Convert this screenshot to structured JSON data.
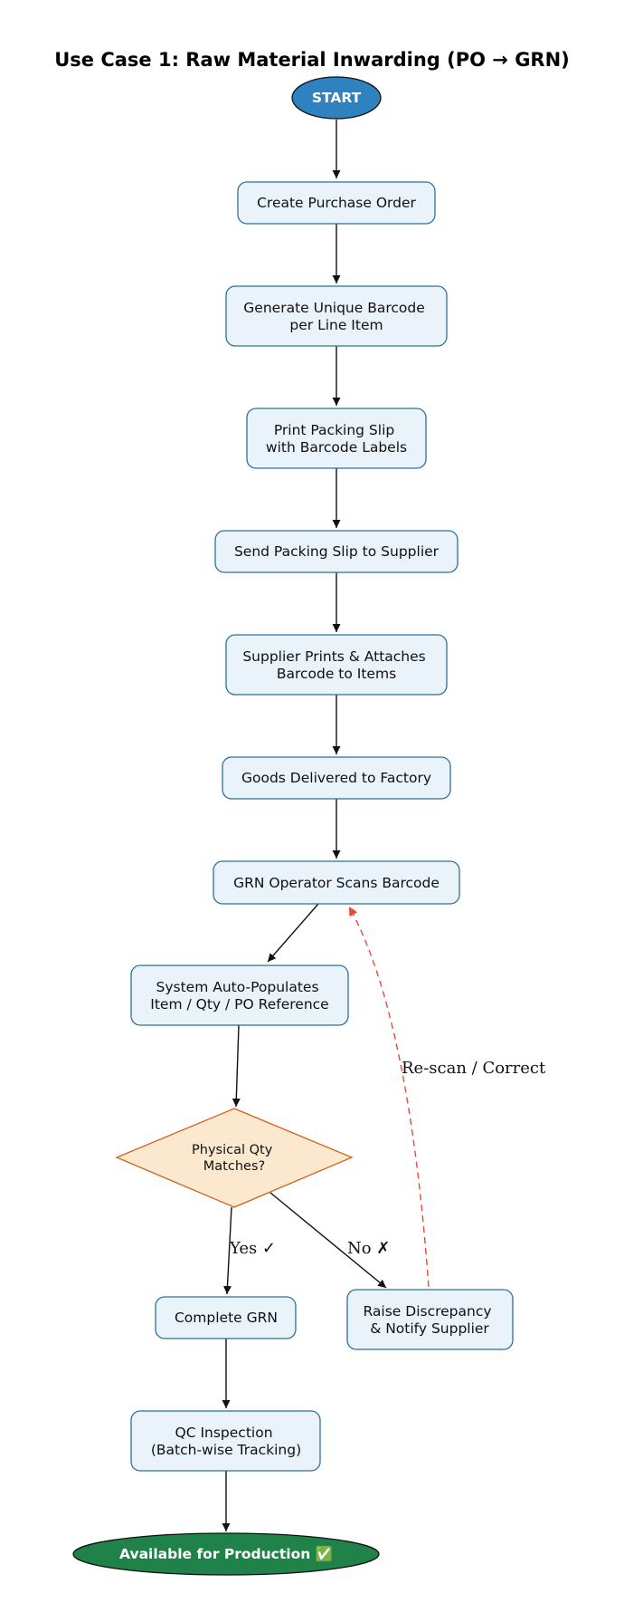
{
  "title": "Use Case 1: Raw Material Inwarding (PO → GRN)",
  "start": "START",
  "steps": {
    "create_po": [
      "Create Purchase Order"
    ],
    "generate_barcode": [
      "Generate Unique Barcode",
      "per Line Item"
    ],
    "print_slip": [
      "Print Packing Slip",
      "with Barcode Labels"
    ],
    "send_slip": [
      "Send Packing Slip to Supplier"
    ],
    "supplier_prints": [
      "Supplier Prints & Attaches",
      "Barcode to Items"
    ],
    "goods_delivered": [
      "Goods Delivered to Factory"
    ],
    "grn_scan": [
      "GRN Operator Scans Barcode"
    ],
    "auto_populate": [
      "System Auto-Populates",
      "Item / Qty / PO Reference"
    ],
    "complete_grn": [
      "Complete GRN"
    ],
    "raise_discrepancy": [
      "Raise Discrepancy",
      "& Notify Supplier"
    ],
    "qc_inspection": [
      "QC Inspection",
      "(Batch-wise Tracking)"
    ]
  },
  "decision": [
    "Physical Qty",
    "Matches?"
  ],
  "edge_labels": {
    "yes": "Yes ✓",
    "no": "No ✗",
    "rescan": "Re-scan / Correct"
  },
  "end": "Available for Production ✅",
  "colors": {
    "start_fill": "#2e82c0",
    "end_fill": "#1f8249",
    "process_fill": "#eaf2fa",
    "process_stroke": "#2e6f9e",
    "decision_fill": "#fbe8cf",
    "decision_stroke": "#d4601a",
    "feedback_edge": "#e8493a"
  }
}
